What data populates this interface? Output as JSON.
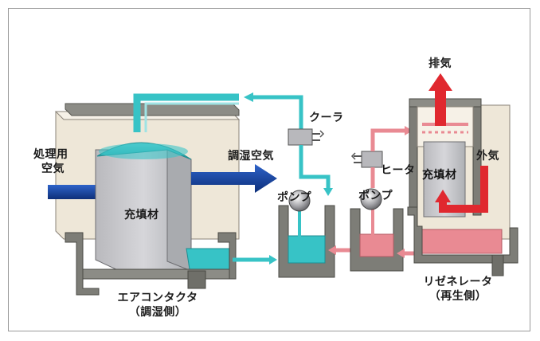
{
  "labels": {
    "treated_air_line1": "処理用",
    "treated_air_line2": "空気",
    "conditioned_air": "調湿空気",
    "packing_left": "充填材",
    "cooler": "クーラ",
    "pump_left": "ポンプ",
    "pump_right": "ポンプ",
    "heater": "ヒータ",
    "packing_right": "充填材",
    "outside_air": "外気",
    "exhaust": "排気",
    "contactor_line1": "エアコンタクタ",
    "contactor_line2": "（調湿側）",
    "regenerator_line1": "リゼネレータ",
    "regenerator_line2": "（再生側）"
  },
  "colors": {
    "cool_liquid": "#37c3c6",
    "hot_liquid": "#e98a93",
    "air_flow": "#1747a6",
    "exhaust_arrow": "#e0282f",
    "housing": "#efe9dc",
    "frame_steel": "#7d7d77"
  }
}
